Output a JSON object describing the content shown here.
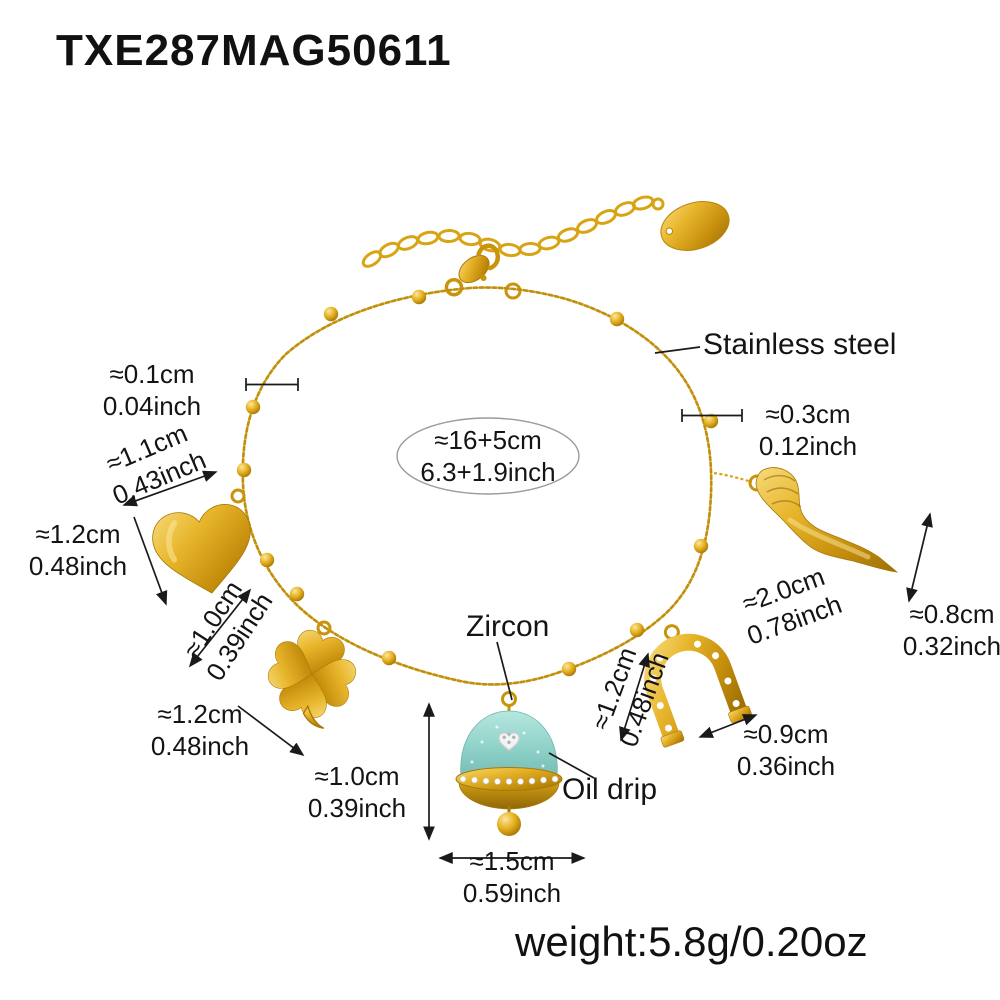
{
  "product": {
    "sku": "TXE287MAG50611",
    "weight": "weight:5.8g/0.20oz"
  },
  "annotations": {
    "material": "Stainless steel",
    "zircon": "Zircon",
    "oil_drip": "Oil drip"
  },
  "dimensions": {
    "total_length": {
      "cm": "≈16+5cm",
      "inch": "6.3+1.9inch"
    },
    "chain_thickness": {
      "cm": "≈0.1cm",
      "inch": "0.04inch"
    },
    "bead_diameter": {
      "cm": "≈0.3cm",
      "inch": "0.12inch"
    },
    "heart_width": {
      "cm": "≈1.1cm",
      "inch": "0.43inch"
    },
    "heart_height": {
      "cm": "≈1.2cm",
      "inch": "0.48inch"
    },
    "clover_size": {
      "cm": "≈1.0cm",
      "inch": "0.39inch"
    },
    "clover_drop": {
      "cm": "≈1.2cm",
      "inch": "0.48inch"
    },
    "bell_height": {
      "cm": "≈1.0cm",
      "inch": "0.39inch"
    },
    "bell_width": {
      "cm": "≈1.5cm",
      "inch": "0.59inch"
    },
    "horseshoe_height": {
      "cm": "≈1.2cm",
      "inch": "0.48inch"
    },
    "horseshoe_width": {
      "cm": "≈0.9cm",
      "inch": "0.36inch"
    },
    "horn_length": {
      "cm": "≈2.0cm",
      "inch": "0.78inch"
    },
    "horn_width": {
      "cm": "≈0.8cm",
      "inch": "0.32inch"
    }
  },
  "charms": [
    "heart",
    "four-leaf-clover",
    "bell",
    "horseshoe",
    "italian-horn"
  ],
  "colors": {
    "gold": "#DFA81E",
    "gold_dark": "#A87908",
    "gold_light": "#F6D36A",
    "enamel_teal": "#8FD2CA",
    "text": "#141414"
  }
}
